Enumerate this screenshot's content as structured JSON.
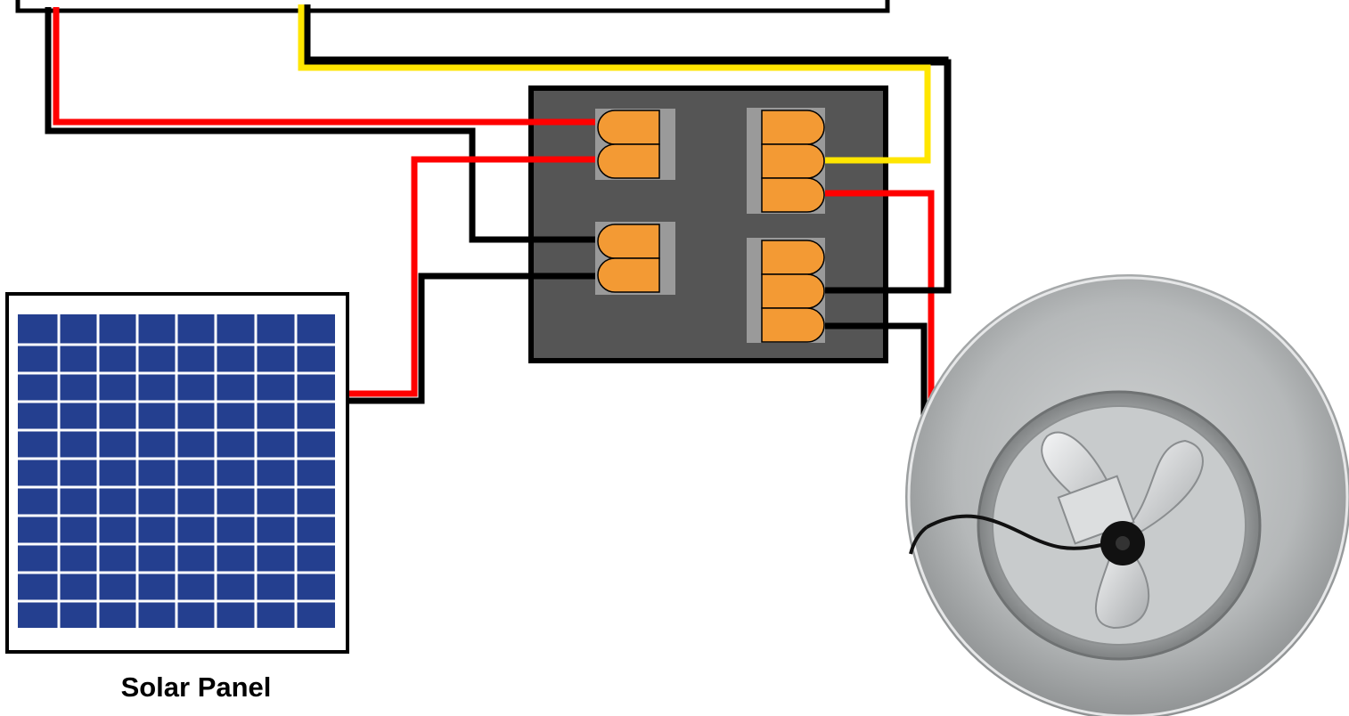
{
  "labels": {
    "solar_panel": "Solar Panel"
  },
  "colors": {
    "background": "#ffffff",
    "wire_positive": "#ff0000",
    "wire_negative": "#000000",
    "wire_signal": "#ffe600",
    "junction_box": "#555555",
    "connector_block": "#9a9a9a",
    "connector_lever": "#f39a34",
    "panel_cell": "#243f8f",
    "panel_gridline": "#ffffff",
    "fan_housing": "#b9bcbd"
  },
  "components": {
    "top_device": "controller-box",
    "junction_box": "junction-box",
    "connectors": [
      "2-port-connector",
      "3-port-connector",
      "2-port-connector",
      "3-port-connector"
    ],
    "solar_panel": "solar-panel",
    "fan": "attic-fan-photo"
  }
}
